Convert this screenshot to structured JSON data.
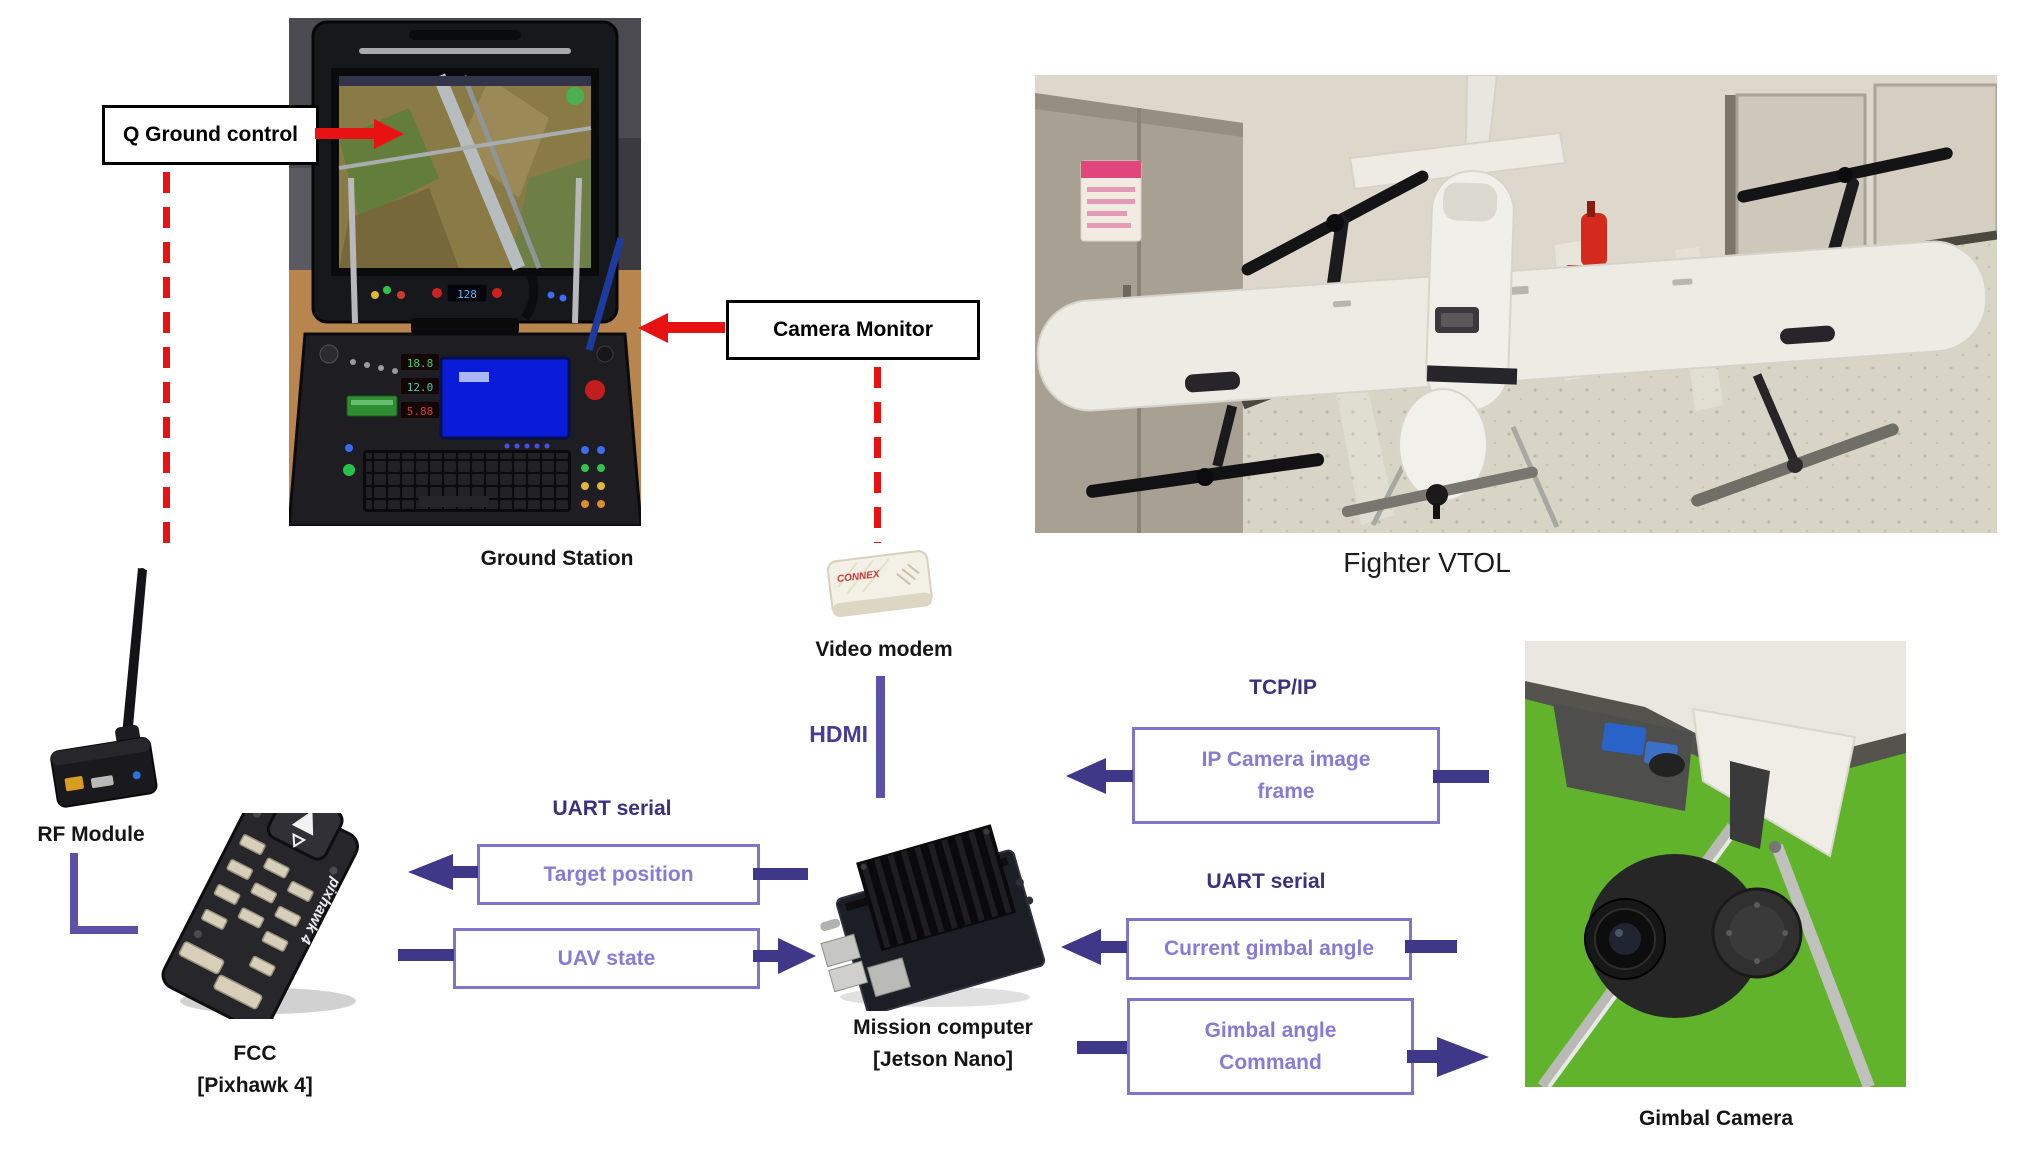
{
  "palette": {
    "red": "#e81212",
    "arrow_purple": "#3f3787",
    "line_purple": "#5b51a8",
    "label_dark_purple": "#3a327f",
    "box_border_purple": "#7f74ce",
    "box_text_purple": "#877bd6",
    "caption_black": "#151515"
  },
  "callouts": {
    "q_ground_control": "Q Ground control",
    "camera_monitor": "Camera Monitor"
  },
  "captions": {
    "ground_station": "Ground Station",
    "fighter_vtol": "Fighter VTOL",
    "video_modem": "Video modem",
    "rf_module": "RF Module",
    "fcc_line1": "FCC",
    "fcc_line2": "[Pixhawk 4]",
    "mission_computer_line1": "Mission computer",
    "mission_computer_line2": "[Jetson Nano]",
    "gimbal_camera": "Gimbal Camera"
  },
  "link_labels": {
    "hdmi": "HDMI",
    "tcp_ip": "TCP/IP",
    "uart_serial_fcc": "UART serial",
    "uart_serial_gimbal": "UART serial"
  },
  "message_boxes": {
    "target_position": "Target position",
    "uav_state": "UAV state",
    "ip_camera_frame_line1": "IP Camera image",
    "ip_camera_frame_line2": "frame",
    "current_gimbal_angle": "Current gimbal angle",
    "gimbal_angle_command_line1": "Gimbal angle",
    "gimbal_angle_command_line2": "Command"
  },
  "photo_details": {
    "video_modem_brand": "CONNEX",
    "fcc_board_text": "pixhawk 4",
    "gs_display_top": "128",
    "gs_display_1": "18.8",
    "gs_display_2": "12.0",
    "gs_display_3": "5.88"
  }
}
